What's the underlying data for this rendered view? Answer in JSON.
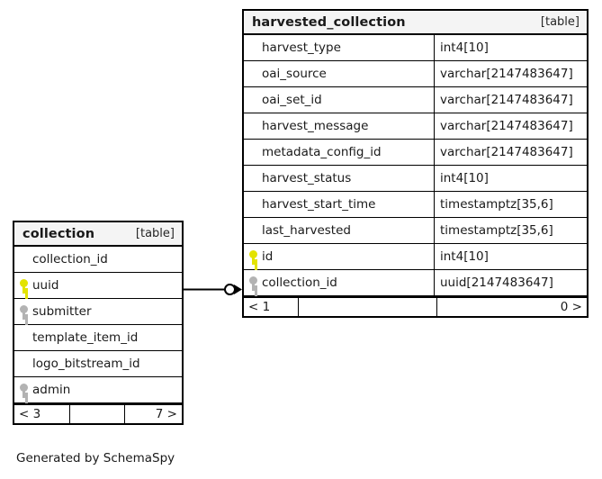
{
  "diagram": {
    "type": "entity-relationship-diagram",
    "generator_credit": "Generated by SchemaSpy",
    "background_color": "#ffffff",
    "pk_key_color": "#e3e300",
    "fk_key_color": "#b3b3b3"
  },
  "tables": [
    {
      "id": "collection",
      "title": "collection",
      "tag": "[table]",
      "columns": [
        {
          "key": "none",
          "key_icon": "",
          "name": "collection_id",
          "type": ""
        },
        {
          "key": "pk",
          "key_icon": "primary-key-icon",
          "name": "uuid",
          "type": ""
        },
        {
          "key": "fk",
          "key_icon": "foreign-key-icon",
          "name": "submitter",
          "type": ""
        },
        {
          "key": "none",
          "key_icon": "",
          "name": "template_item_id",
          "type": ""
        },
        {
          "key": "none",
          "key_icon": "",
          "name": "logo_bitstream_id",
          "type": ""
        },
        {
          "key": "fk",
          "key_icon": "foreign-key-icon",
          "name": "admin",
          "type": ""
        }
      ],
      "footer": {
        "left": "< 3",
        "middle": "",
        "right": "7 >"
      }
    },
    {
      "id": "harvested_collection",
      "title": "harvested_collection",
      "tag": "[table]",
      "columns": [
        {
          "key": "none",
          "key_icon": "",
          "name": "harvest_type",
          "type": "int4[10]"
        },
        {
          "key": "none",
          "key_icon": "",
          "name": "oai_source",
          "type": "varchar[2147483647]"
        },
        {
          "key": "none",
          "key_icon": "",
          "name": "oai_set_id",
          "type": "varchar[2147483647]"
        },
        {
          "key": "none",
          "key_icon": "",
          "name": "harvest_message",
          "type": "varchar[2147483647]"
        },
        {
          "key": "none",
          "key_icon": "",
          "name": "metadata_config_id",
          "type": "varchar[2147483647]"
        },
        {
          "key": "none",
          "key_icon": "",
          "name": "harvest_status",
          "type": "int4[10]"
        },
        {
          "key": "none",
          "key_icon": "",
          "name": "harvest_start_time",
          "type": "timestamptz[35,6]"
        },
        {
          "key": "none",
          "key_icon": "",
          "name": "last_harvested",
          "type": "timestamptz[35,6]"
        },
        {
          "key": "pk",
          "key_icon": "primary-key-icon",
          "name": "id",
          "type": "int4[10]"
        },
        {
          "key": "fk",
          "key_icon": "foreign-key-icon",
          "name": "collection_id",
          "type": "uuid[2147483647]"
        }
      ],
      "footer": {
        "left": "< 1",
        "middle": "",
        "right": "0 >"
      }
    }
  ],
  "relationships": [
    {
      "from_table": "collection",
      "from_column": "uuid",
      "to_table": "harvested_collection",
      "to_column": "collection_id",
      "from_cardinality": "zero-or-one",
      "to_cardinality": "many"
    }
  ]
}
